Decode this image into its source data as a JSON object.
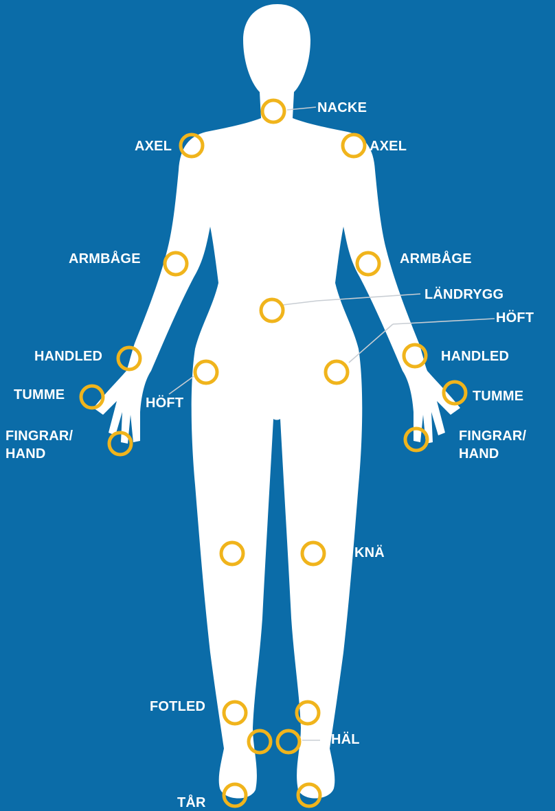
{
  "colors": {
    "background": "#0b6ca8",
    "body": "#ffffff",
    "marker": "#f0b41c",
    "leader_line": "#c8cdd3"
  },
  "labels": {
    "nacke": "NACKE",
    "axel_left": "AXEL",
    "axel_right": "AXEL",
    "armbage_left": "ARMBÅGE",
    "armbage_right": "ARMBÅGE",
    "landrygg": "LÄNDRYGG",
    "hoft_right": "HÖFT",
    "hoft_left": "HÖFT",
    "handled_left": "HANDLED",
    "handled_right": "HANDLED",
    "tumme_left": "TUMME",
    "tumme_right": "TUMME",
    "fingrar_left_1": "FINGRAR/",
    "fingrar_left_2": "HAND",
    "fingrar_right_1": "FINGRAR/",
    "fingrar_right_2": "HAND",
    "kna": "KNÄ",
    "fotled": "FOTLED",
    "hal": "HÄL",
    "tar": "TÅR"
  }
}
